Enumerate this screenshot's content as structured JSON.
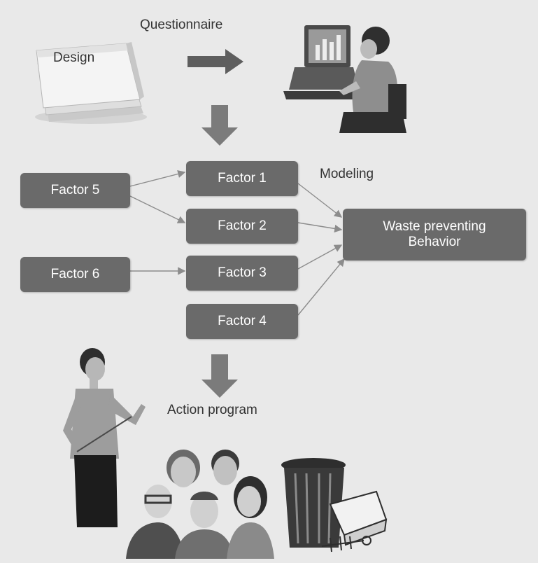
{
  "labels": {
    "questionnaire": "Questionnaire",
    "design": "Design",
    "modeling": "Modeling",
    "action_program": "Action program"
  },
  "factors": {
    "f1": "Factor 1",
    "f2": "Factor 2",
    "f3": "Factor 3",
    "f4": "Factor 4",
    "f5": "Factor 5",
    "f6": "Factor 6"
  },
  "target": {
    "line1": "Waste preventing",
    "line2": "Behavior"
  },
  "colors": {
    "background": "#e9e9e9",
    "box_fill": "#6a6a6a",
    "box_text": "#ffffff",
    "arrow": "#7b7b7b",
    "connector": "#8c8c8c"
  },
  "icons": [
    "notepad-icon",
    "computer-user-icon",
    "presenter-woman-icon",
    "people-group-icon",
    "trash-can-icon"
  ]
}
